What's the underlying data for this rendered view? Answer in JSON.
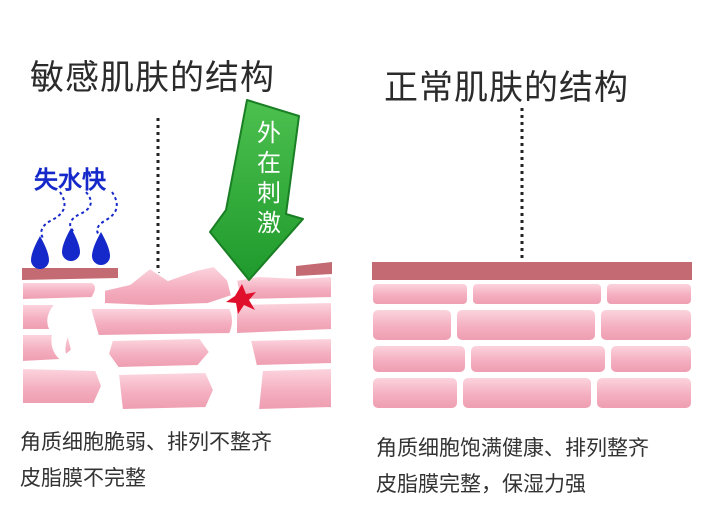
{
  "left_panel": {
    "title": "敏感肌肤的结构",
    "water_loss_label": "失水快",
    "stimulus_label": "外在刺激",
    "caption_line1": "角质细胞脆弱、排列不整齐",
    "caption_line2": "皮脂膜不完整"
  },
  "right_panel": {
    "title": "正常肌肤的结构",
    "caption_line1": "角质细胞饱满健康、排列整齐",
    "caption_line2": "皮脂膜完整，保湿力强"
  },
  "colors": {
    "cell_fill": "#f2a7b8",
    "cell_highlight": "#fcd6df",
    "cell_border": "#ffffff",
    "sebum_film": "#c46a72",
    "arrow_green": "#2fa83a",
    "water_drop": "#1528c9",
    "stimulus_star": "#e0102c"
  }
}
